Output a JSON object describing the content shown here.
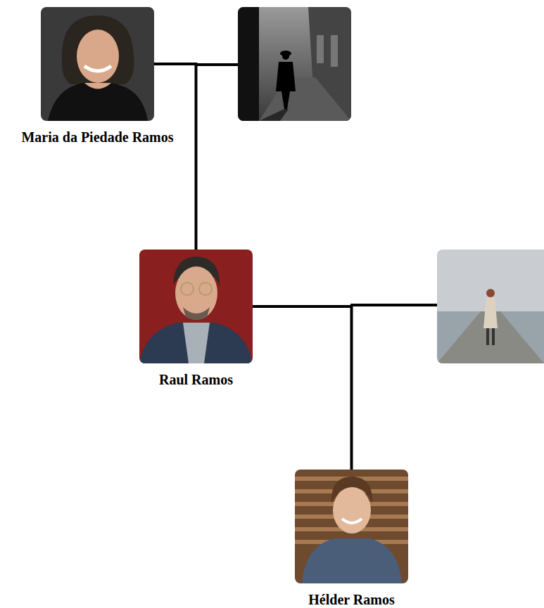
{
  "diagram": {
    "nodes": [
      {
        "text": [
          "Maria da Piedade Ramos"
        ]
      },
      {
        "text": [
          "Raul Ramos"
        ]
      },
      {
        "text": [
          "Hélder Ramos"
        ]
      }
    ],
    "edges": [
      {
        "from": 0,
        "to": 1,
        "arrow": "none"
      },
      {
        "from": 1,
        "to": 2,
        "arrow": "none"
      }
    ]
  }
}
